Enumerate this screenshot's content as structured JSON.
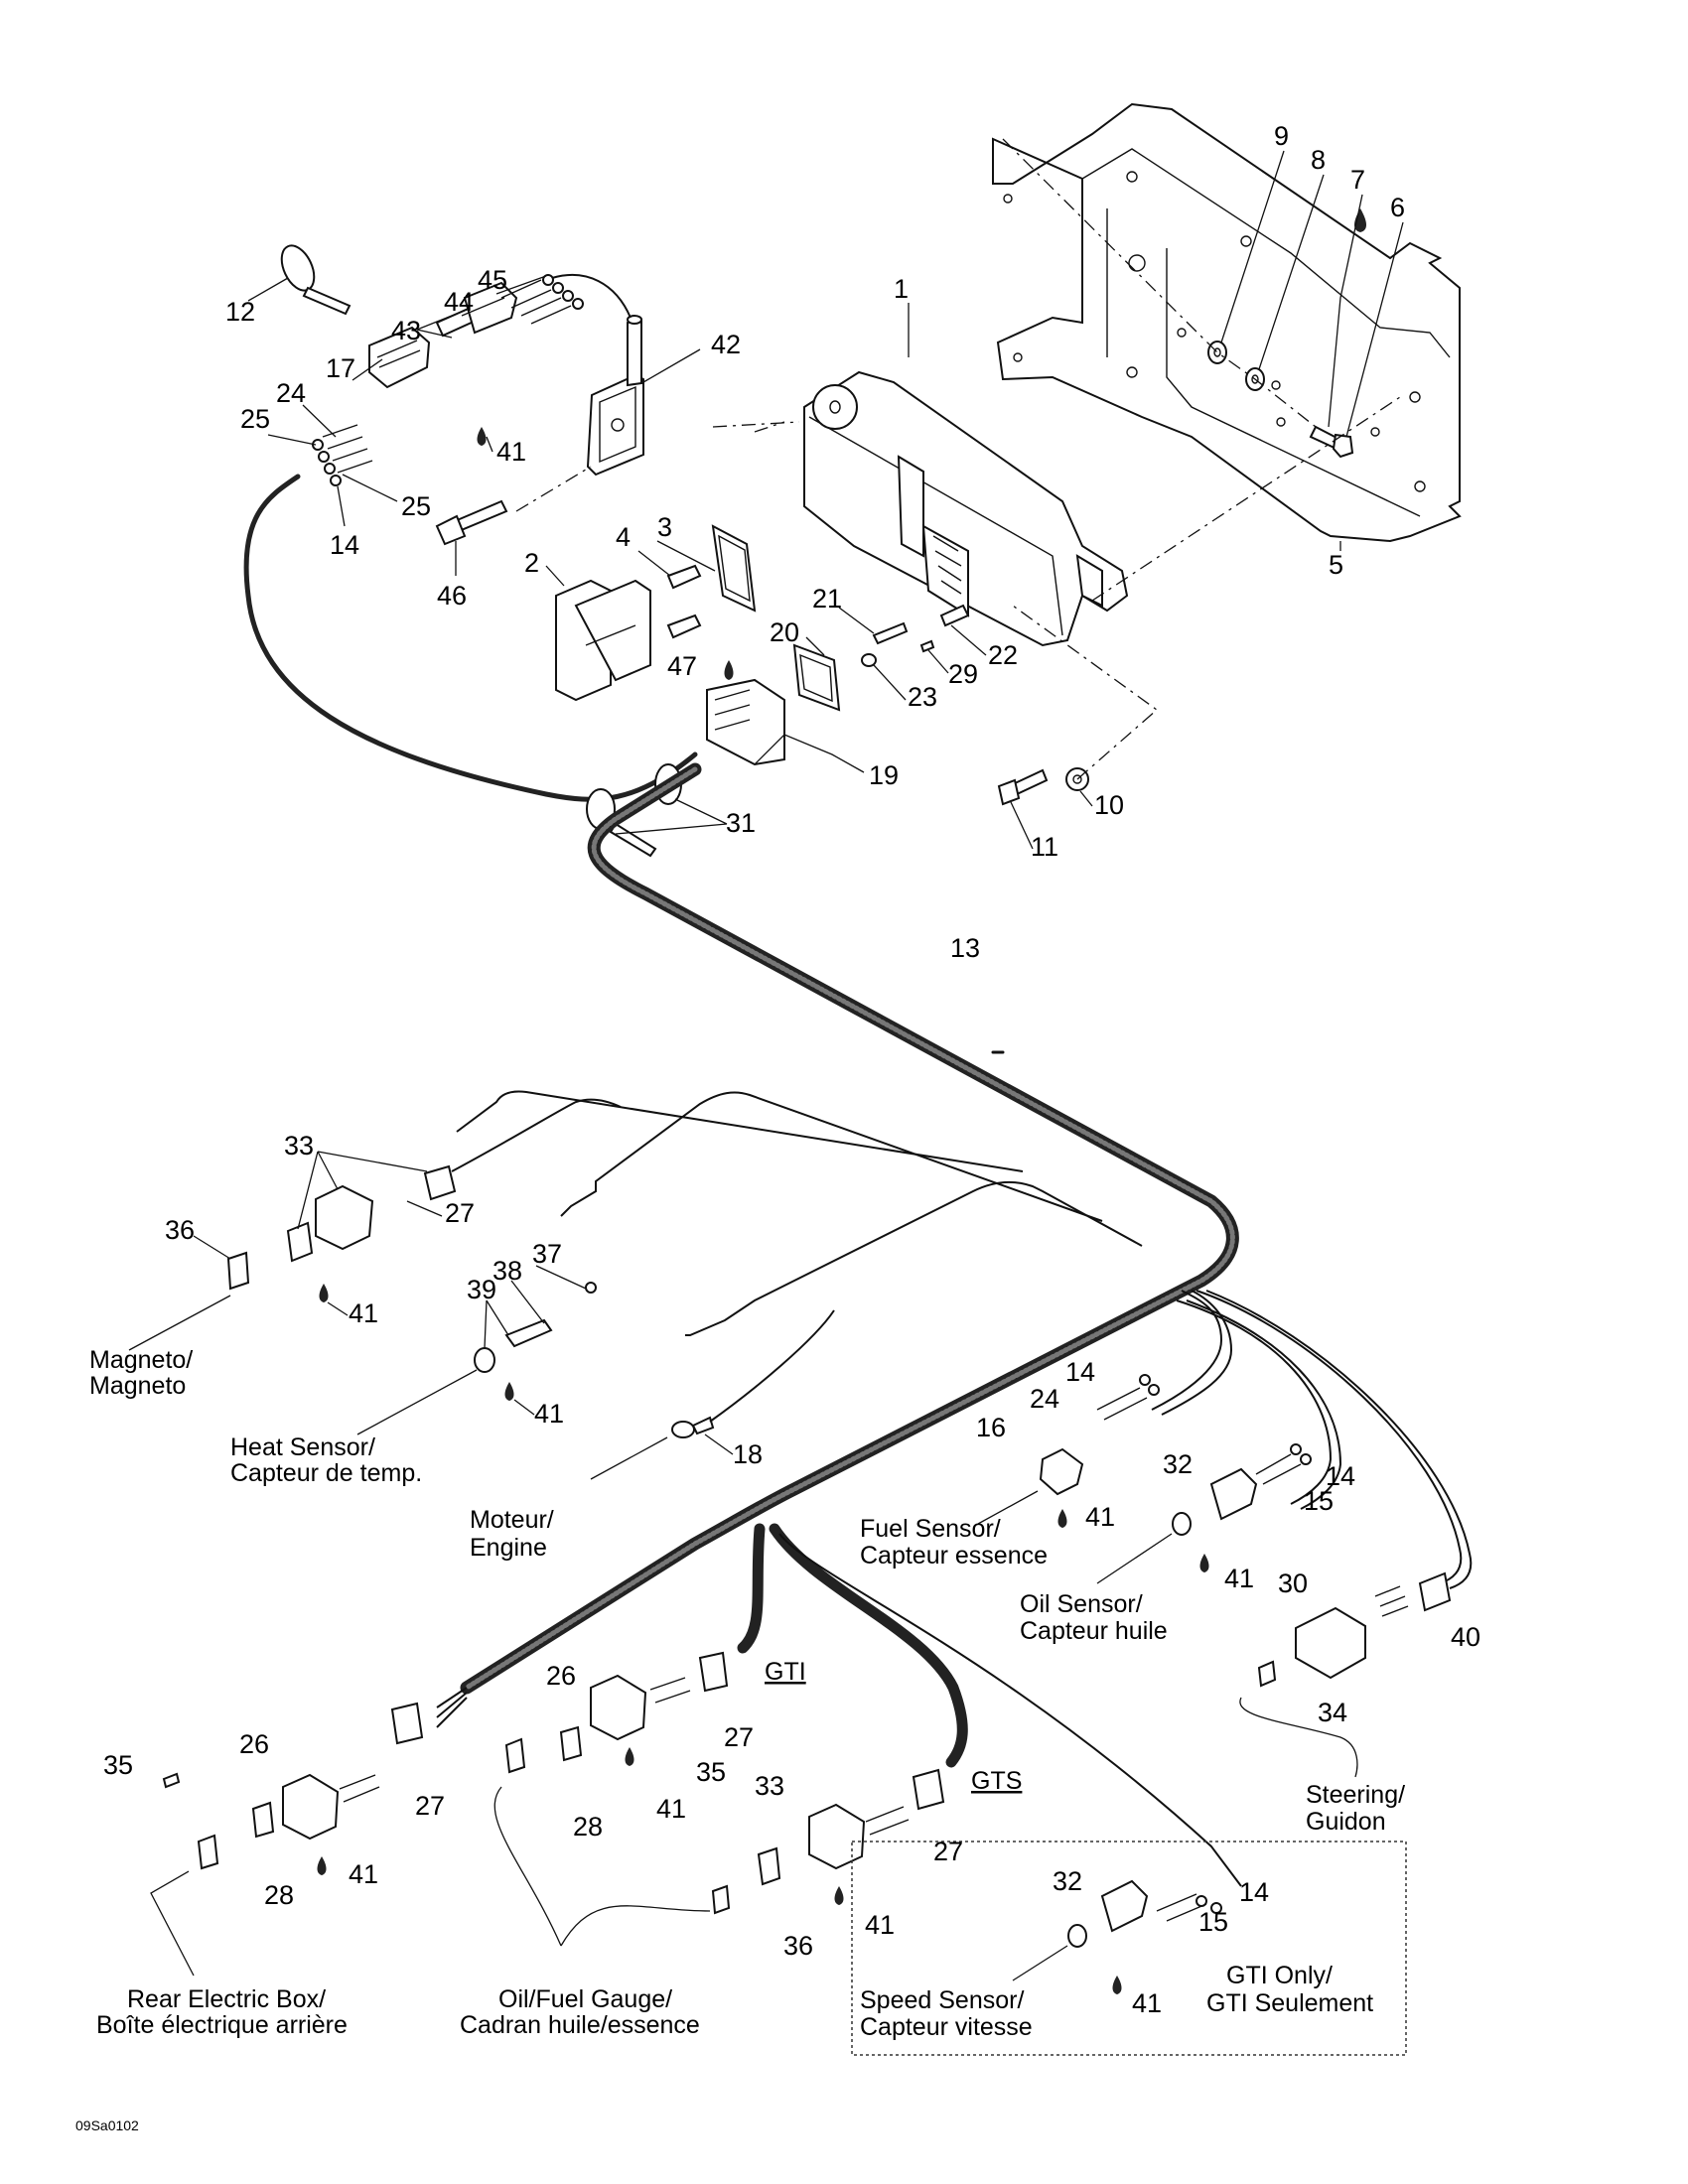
{
  "diagram": {
    "figure_code": "09Sa0102",
    "callouts": [
      {
        "id": "c1",
        "label": "1"
      },
      {
        "id": "c2",
        "label": "2"
      },
      {
        "id": "c3",
        "label": "3"
      },
      {
        "id": "c4",
        "label": "4"
      },
      {
        "id": "c5",
        "label": "5"
      },
      {
        "id": "c6",
        "label": "6"
      },
      {
        "id": "c7",
        "label": "7"
      },
      {
        "id": "c8",
        "label": "8"
      },
      {
        "id": "c9",
        "label": "9"
      },
      {
        "id": "c10",
        "label": "10"
      },
      {
        "id": "c11",
        "label": "11"
      },
      {
        "id": "c12",
        "label": "12"
      },
      {
        "id": "c13",
        "label": "13"
      },
      {
        "id": "c14a",
        "label": "14"
      },
      {
        "id": "c14b",
        "label": "14"
      },
      {
        "id": "c14c",
        "label": "14"
      },
      {
        "id": "c14d",
        "label": "14"
      },
      {
        "id": "c15a",
        "label": "15"
      },
      {
        "id": "c15b",
        "label": "15"
      },
      {
        "id": "c16",
        "label": "16"
      },
      {
        "id": "c17",
        "label": "17"
      },
      {
        "id": "c18",
        "label": "18"
      },
      {
        "id": "c19",
        "label": "19"
      },
      {
        "id": "c20",
        "label": "20"
      },
      {
        "id": "c21",
        "label": "21"
      },
      {
        "id": "c22",
        "label": "22"
      },
      {
        "id": "c23",
        "label": "23"
      },
      {
        "id": "c24a",
        "label": "24"
      },
      {
        "id": "c24b",
        "label": "24"
      },
      {
        "id": "c25a",
        "label": "25"
      },
      {
        "id": "c25b",
        "label": "25"
      },
      {
        "id": "c26a",
        "label": "26"
      },
      {
        "id": "c26b",
        "label": "26"
      },
      {
        "id": "c27a",
        "label": "27"
      },
      {
        "id": "c27b",
        "label": "27"
      },
      {
        "id": "c27c",
        "label": "27"
      },
      {
        "id": "c27d",
        "label": "27"
      },
      {
        "id": "c28a",
        "label": "28"
      },
      {
        "id": "c28b",
        "label": "28"
      },
      {
        "id": "c29",
        "label": "29"
      },
      {
        "id": "c30",
        "label": "30"
      },
      {
        "id": "c31",
        "label": "31"
      },
      {
        "id": "c32a",
        "label": "32"
      },
      {
        "id": "c32b",
        "label": "32"
      },
      {
        "id": "c33a",
        "label": "33"
      },
      {
        "id": "c33b",
        "label": "33"
      },
      {
        "id": "c34",
        "label": "34"
      },
      {
        "id": "c35a",
        "label": "35"
      },
      {
        "id": "c35b",
        "label": "35"
      },
      {
        "id": "c36a",
        "label": "36"
      },
      {
        "id": "c36b",
        "label": "36"
      },
      {
        "id": "c37",
        "label": "37"
      },
      {
        "id": "c38",
        "label": "38"
      },
      {
        "id": "c39",
        "label": "39"
      },
      {
        "id": "c40",
        "label": "40"
      },
      {
        "id": "c41a",
        "label": "41"
      },
      {
        "id": "c41b",
        "label": "41"
      },
      {
        "id": "c41c",
        "label": "41"
      },
      {
        "id": "c41d",
        "label": "41"
      },
      {
        "id": "c41e",
        "label": "41"
      },
      {
        "id": "c41f",
        "label": "41"
      },
      {
        "id": "c41g",
        "label": "41"
      },
      {
        "id": "c41h",
        "label": "41"
      },
      {
        "id": "c41i",
        "label": "41"
      },
      {
        "id": "c41j",
        "label": "41"
      },
      {
        "id": "c42",
        "label": "42"
      },
      {
        "id": "c43",
        "label": "43"
      },
      {
        "id": "c44",
        "label": "44"
      },
      {
        "id": "c45",
        "label": "45"
      },
      {
        "id": "c46",
        "label": "46"
      },
      {
        "id": "c47",
        "label": "47"
      }
    ],
    "destinations": {
      "magneto": [
        "Magneto/",
        "Magneto"
      ],
      "heat_sensor": [
        "Heat Sensor/",
        "Capteur de temp."
      ],
      "engine": [
        "Moteur/",
        "Engine"
      ],
      "fuel_sensor": [
        "Fuel Sensor/",
        "Capteur essence"
      ],
      "oil_sensor": [
        "Oil Sensor/",
        "Capteur huile"
      ],
      "steering": [
        "Steering/",
        "Guidon"
      ],
      "rear_electric_box": [
        "Rear Electric Box/",
        "Boîte électrique arrière"
      ],
      "oil_fuel_gauge": [
        "Oil/Fuel Gauge/",
        "Cadran huile/essence"
      ],
      "speed_sensor": [
        "Speed Sensor/",
        "Capteur vitesse"
      ],
      "gti_only": [
        "GTI Only/",
        "GTI Seulement"
      ]
    },
    "variant_tags": {
      "gti": "GTI",
      "gts": "GTS"
    }
  }
}
